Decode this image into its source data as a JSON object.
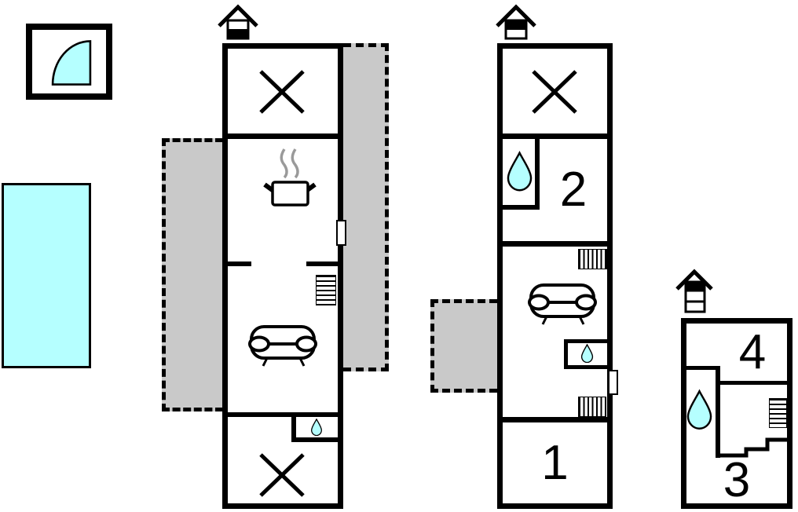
{
  "palette": {
    "cyan": "#b5ffff",
    "gray": "#c9c9c9",
    "wall": "#000000",
    "steam": "#9a9a9a"
  },
  "rooms": {
    "b2_upper": "2",
    "b2_lower": "1",
    "b3_upper": "4",
    "b3_lower": "3"
  },
  "icons": {
    "door_swing": "door-swing-icon",
    "pool": "swimming-pool",
    "chimney": "chimney-icon",
    "terrace": "terrace-x-icon",
    "stove": "stove-pot-icon",
    "steam": "steam-icon",
    "sofa": "sofa-icon",
    "stairs": "stairs-icon",
    "water_drop": "water-drop-icon",
    "door": "door-icon",
    "balcony": "balcony-dashed-area"
  }
}
